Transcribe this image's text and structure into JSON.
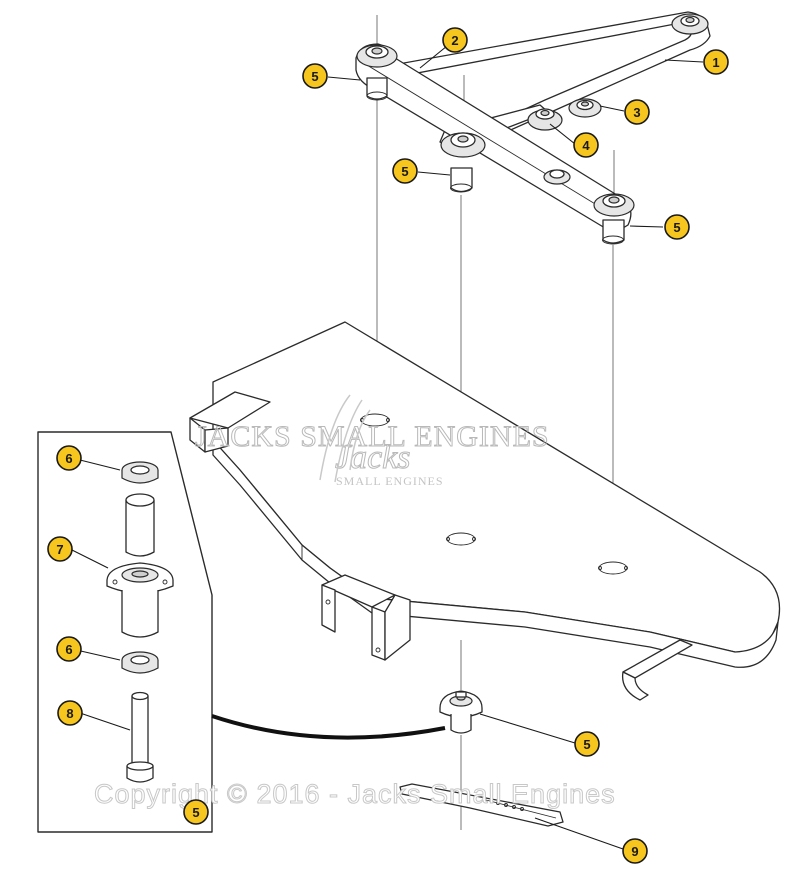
{
  "watermark": {
    "brand_line": "JACKS SMALL ENGINES",
    "logo_text": "Jacks",
    "sub_text": "SMALL ENGINES",
    "copyright": "Copyright © 2016 - Jacks Small Engines"
  },
  "callouts": [
    {
      "id": "c1",
      "label": "1"
    },
    {
      "id": "c2",
      "label": "2"
    },
    {
      "id": "c3",
      "label": "3"
    },
    {
      "id": "c4",
      "label": "4"
    },
    {
      "id": "c5a",
      "label": "5"
    },
    {
      "id": "c5b",
      "label": "5"
    },
    {
      "id": "c5c",
      "label": "5"
    },
    {
      "id": "c5d",
      "label": "5"
    },
    {
      "id": "c5e",
      "label": "5"
    },
    {
      "id": "c6a",
      "label": "6"
    },
    {
      "id": "c6b",
      "label": "6"
    },
    {
      "id": "c7",
      "label": "7"
    },
    {
      "id": "c8",
      "label": "8"
    },
    {
      "id": "c9",
      "label": "9"
    }
  ]
}
